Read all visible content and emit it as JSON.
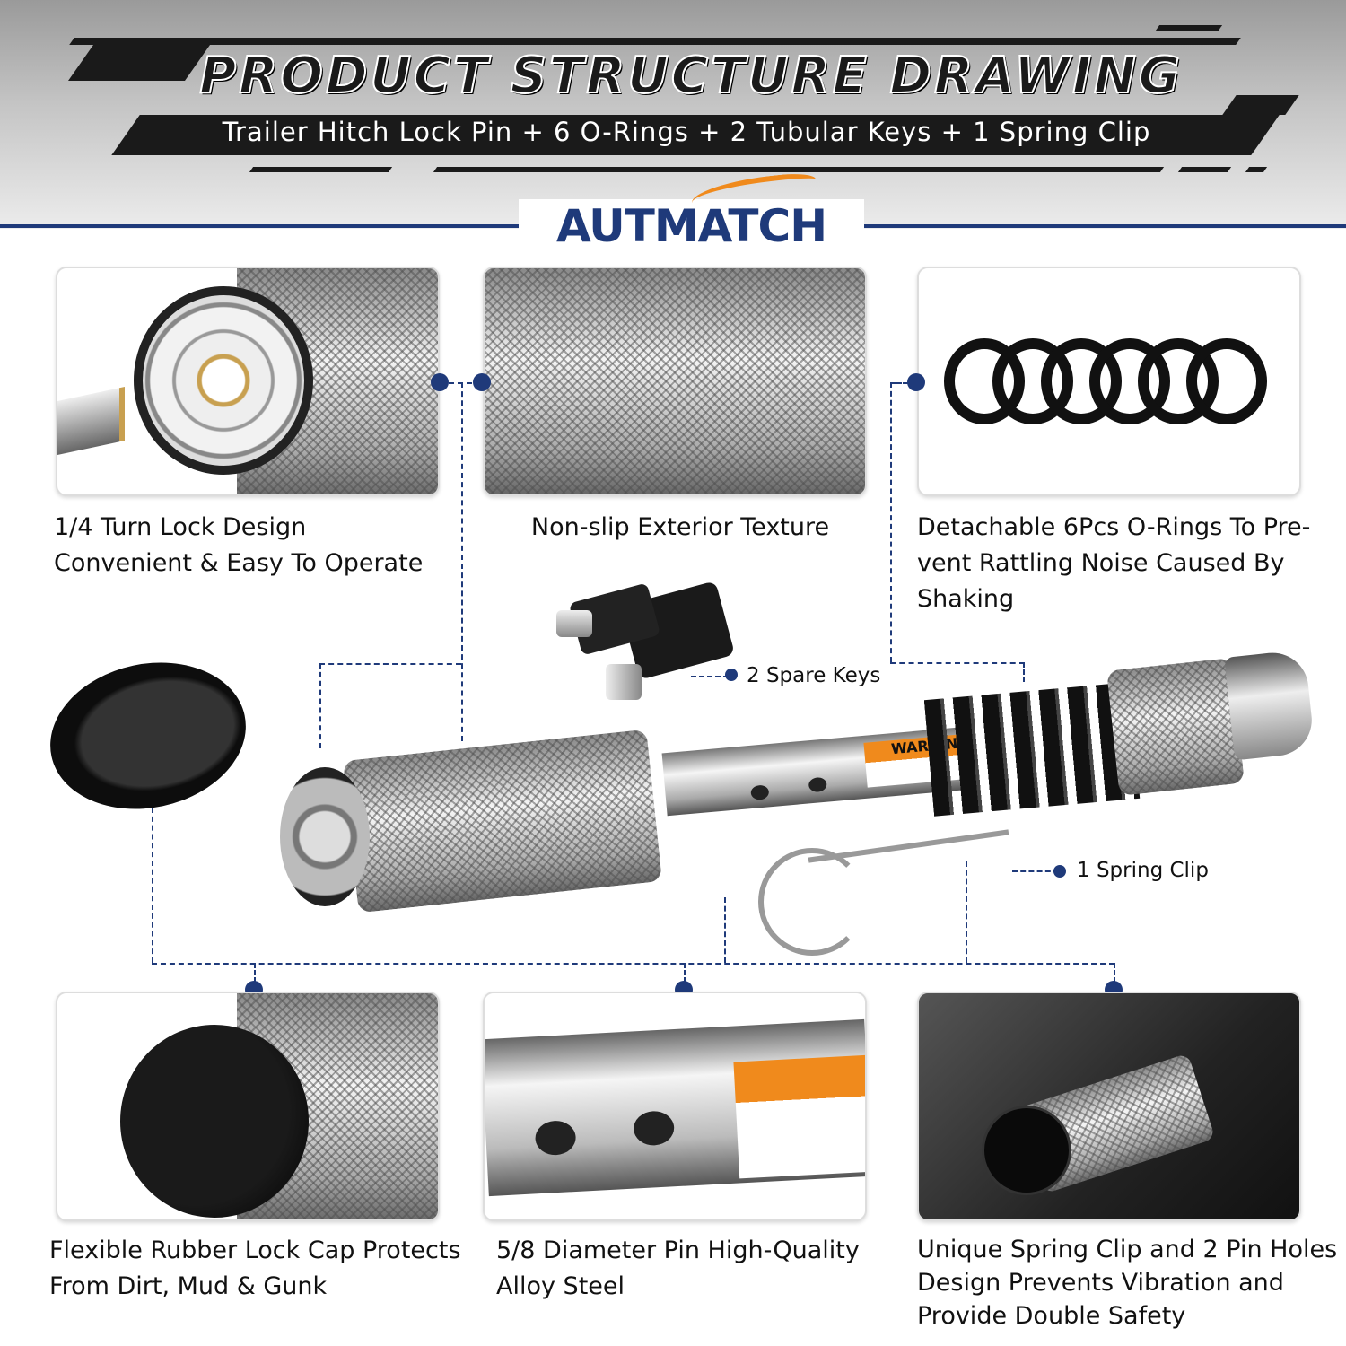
{
  "header": {
    "title": "PRODUCT STRUCTURE DRAWING",
    "subtitle": "Trailer Hitch Lock Pin + 6 O-Rings + 2 Tubular Keys + 1 Spring Clip"
  },
  "brand": {
    "logo": "AUTMATCH",
    "color": "#1f3a7a",
    "accent": "#f08a1c"
  },
  "features": [
    {
      "caption": "1/4 Turn Lock Design Convenient & Easy To Operate"
    },
    {
      "caption": "Non-slip Exterior Texture"
    },
    {
      "caption": "Detachable 6Pcs O-Rings To Pre-vent Rattling Noise Caused By Shaking"
    },
    {
      "caption": "Flexible Rubber Lock Cap Protects From Dirt, Mud & Gunk"
    },
    {
      "caption": "5/8 Diameter Pin High-Quality Alloy Steel"
    },
    {
      "caption": "Unique Spring Clip and 2 Pin Holes Design Prevents Vibration and Provide Double Safety"
    }
  ],
  "callouts": {
    "keys": "2 Spare Keys",
    "clip": "1 Spring Clip"
  },
  "warning_label": "WARNING"
}
